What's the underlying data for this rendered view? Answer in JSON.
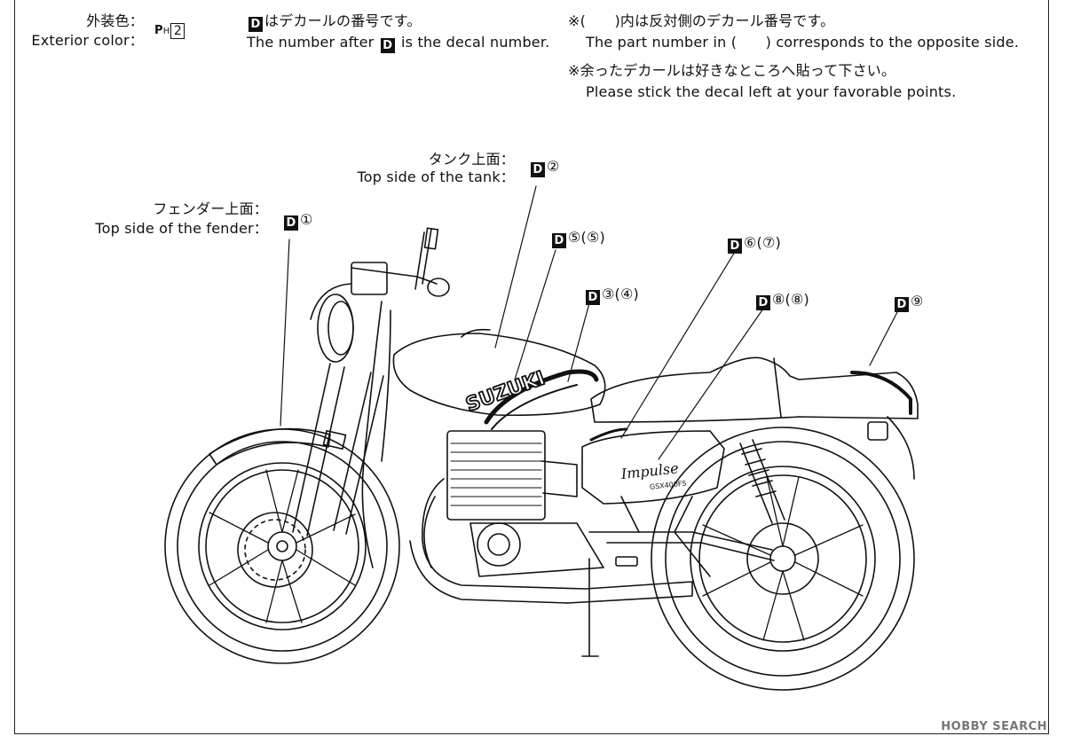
{
  "header": {
    "exterior_jp": "外装色：",
    "exterior_en": "Exterior color：",
    "color_code_prefix": "P",
    "color_code_sub": "H",
    "color_code_num": "2",
    "decal_note_jp": "はデカールの番号です。",
    "decal_note_en_pre": "The number after",
    "decal_note_en_post": "is the decal number.",
    "opposite_jp": "※(　　)内は反対側のデカール番号です。",
    "opposite_en": "The part number in (　　) corresponds to the opposite side.",
    "leftover_jp": "※余ったデカールは好きなところへ貼って下さい。",
    "leftover_en": "Please stick the decal left at your favorable points."
  },
  "decal_marker": "D",
  "callouts": {
    "tank_jp": "タンク上面：",
    "tank_en": "Top side of the tank：",
    "tank_num": "②",
    "fender_jp": "フェンダー上面：",
    "fender_en": "Top side of the fender：",
    "fender_num": "①",
    "c5": "⑤(⑤)",
    "c3": "③(④)",
    "c6": "⑥(⑦)",
    "c8": "⑧(⑧)",
    "c9": "⑨"
  },
  "bike_labels": {
    "brand": "SUZUKI",
    "model_script": "Impulse",
    "model_code": "GSX400FS"
  },
  "watermark": "HOBBY SEARCH"
}
